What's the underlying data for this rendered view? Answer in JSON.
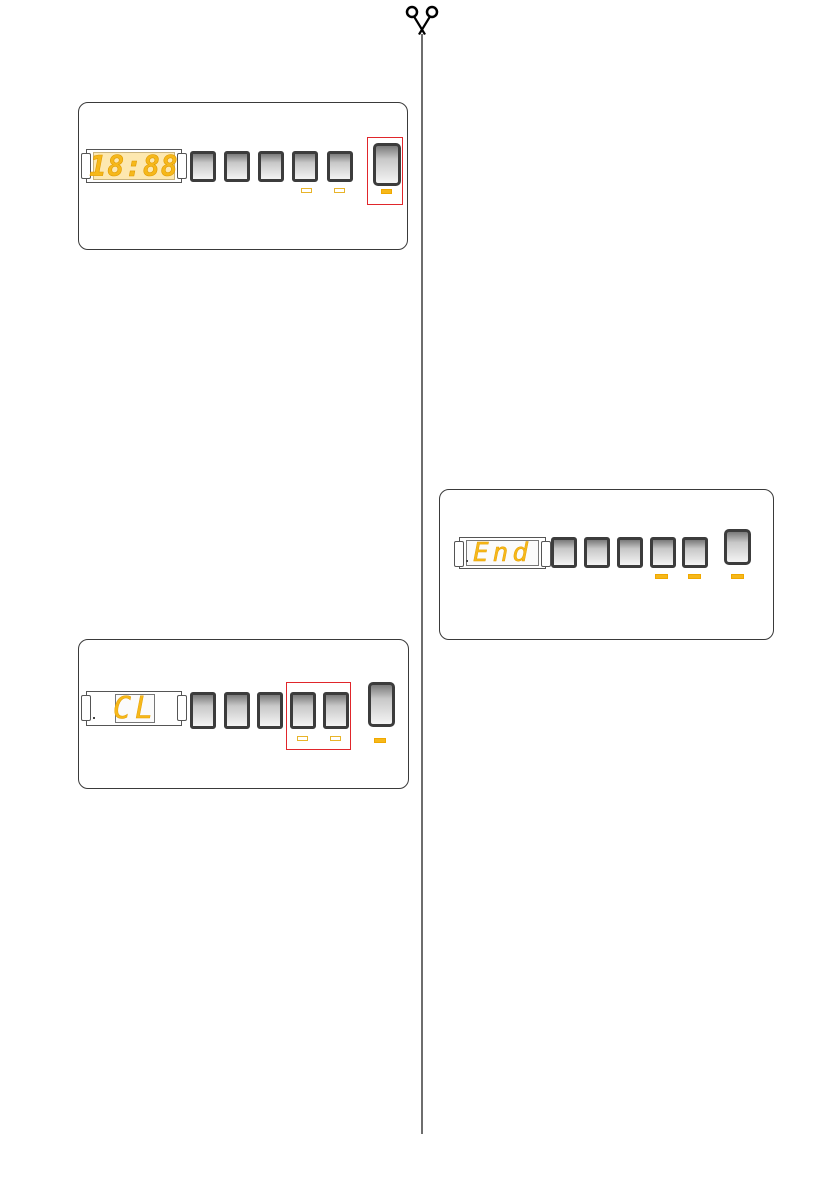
{
  "icons": {
    "cut": "scissors-icon"
  },
  "colors": {
    "digits": "#f6b81a",
    "highlight": "#e0262b",
    "frame": "#3a3a3a"
  },
  "panels": [
    {
      "id": "panel-top-left",
      "display": "18:88",
      "leds": [
        "off",
        "off",
        "on"
      ],
      "highlight": "program-button"
    },
    {
      "id": "panel-right",
      "display": "End",
      "leds": [
        "on",
        "on",
        "on"
      ],
      "highlight": ""
    },
    {
      "id": "panel-bottom-left",
      "display": "CL",
      "leds": [
        "off",
        "off",
        "on"
      ],
      "highlight": "button-4-and-5"
    }
  ]
}
